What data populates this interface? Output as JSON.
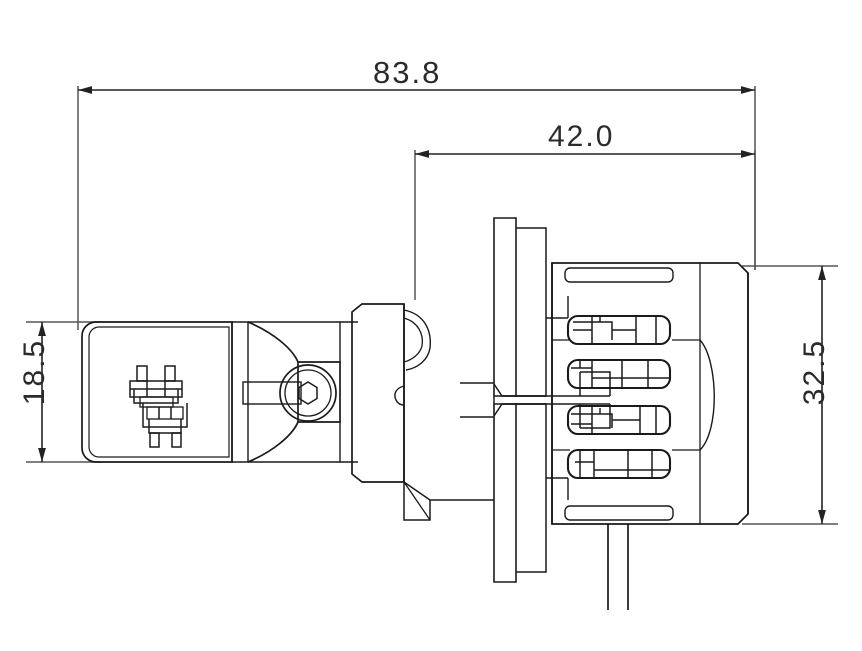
{
  "drawing": {
    "title": "Automotive LED Bulb Assembly - Side View Dimensioned Drawing",
    "units": "mm",
    "line_color": "#1a1a1a",
    "dim_color": "#3a3a3a",
    "background": "#ffffff",
    "view": "side elevation / section"
  },
  "dimensions": {
    "overall_length": {
      "label": "83.8",
      "orientation": "horizontal",
      "position": "top",
      "from": "connector rear face",
      "to": "heat sink rear face"
    },
    "flange_length": {
      "label": "42.0",
      "orientation": "horizontal",
      "position": "top-inner",
      "from": "mounting flange",
      "to": "heat sink rear face"
    },
    "connector_height": {
      "label": "18.5",
      "orientation": "vertical",
      "position": "left",
      "of": "connector housing"
    },
    "body_height": {
      "label": "32.5",
      "orientation": "vertical",
      "position": "right",
      "of": "heat sink body"
    }
  },
  "parts": {
    "connector": "connector-housing",
    "terminal": "terminal-pins",
    "neck": "transition-neck",
    "barrel": "socket-barrel",
    "hex_socket": "hex-socket-port",
    "flange": "mounting-flange",
    "heatsink": "heat-sink-body",
    "fins": "heat-sink-fins",
    "wire": "lead-wire"
  }
}
